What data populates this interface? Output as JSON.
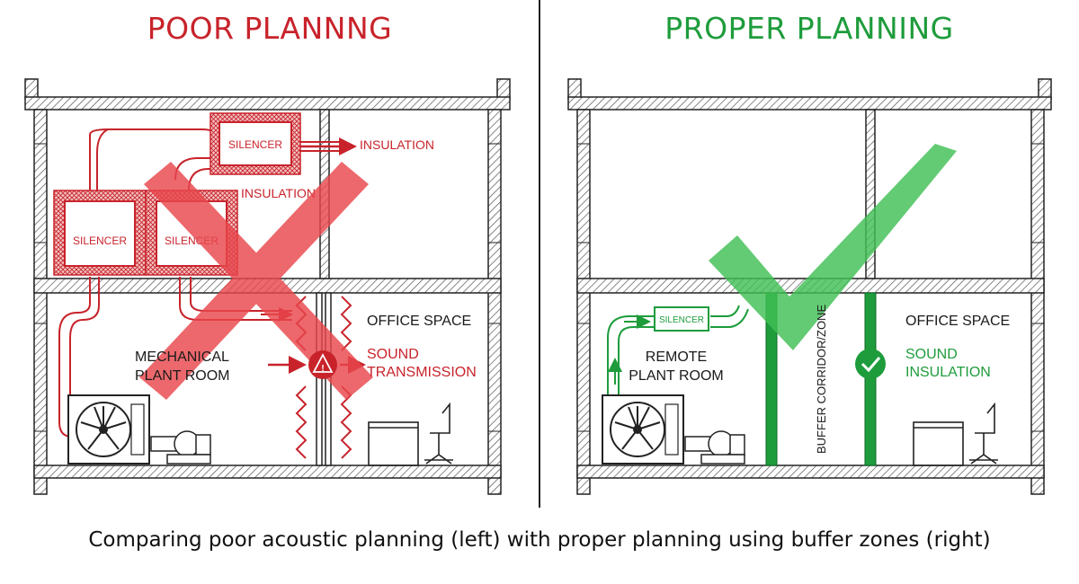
{
  "colors": {
    "bad": "#c8232b",
    "good": "#1e9c3c",
    "ink": "#1a1a1a",
    "cross": "#e8474c",
    "check": "#3fbf54"
  },
  "left_panel": {
    "title": "POOR PLANNNG",
    "silencer_top": "SILENCER",
    "silencer_left": "SILENCER",
    "silencer_mid": "SILENCER",
    "insulation_arrow": "INSULATION",
    "insulation_below": "INSULATION",
    "room_label_line1": "MECHANICAL",
    "room_label_line2": "PLANT ROOM",
    "office_label": "OFFICE SPACE",
    "warning_line1": "SOUND",
    "warning_line2": "TRANSMISSION",
    "warning_glyph": "!"
  },
  "right_panel": {
    "title": "PROPER PLANNING",
    "silencer": "SILENCER",
    "room_label_line1": "REMOTE",
    "room_label_line2": "PLANT ROOM",
    "buffer_label": "BUFFER CORRIDOR/ZONE",
    "office_label": "OFFICE SPACE",
    "insulation_line1": "SOUND",
    "insulation_line2": "INSULATION"
  },
  "icons": [
    "silencer-box-icon",
    "fan-unit-icon",
    "pump-icon",
    "desk-icon",
    "office-chair-icon",
    "warning-icon",
    "check-circle-icon",
    "big-cross-icon",
    "big-checkmark-icon"
  ],
  "caption": "Comparing poor acoustic planning (left) with proper planning using buffer zones (right)"
}
